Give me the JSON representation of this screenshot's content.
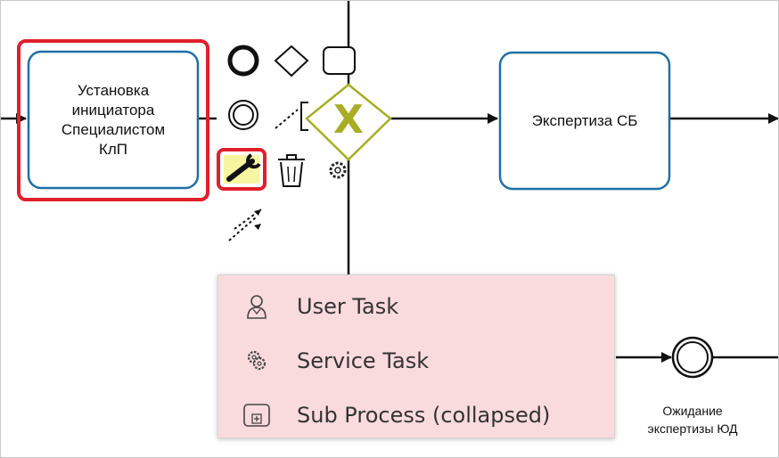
{
  "diagram": {
    "task_start_label": [
      "Установка",
      "инициатора",
      "Специалистом",
      "КлП"
    ],
    "task_expertise_label": "Экспертиза СБ",
    "gateway_symbol": "X",
    "event_label": [
      "Ожидание",
      "экспертизы ЮД"
    ]
  },
  "context_pad": {
    "icons": [
      "end-event-icon",
      "gateway-icon",
      "task-icon",
      "intermediate-event-icon",
      "text-annotation-icon",
      "wrench-icon",
      "trash-icon",
      "gear-icon",
      "connect-arrow-icon"
    ]
  },
  "popup": {
    "items": [
      {
        "label": "User Task",
        "icon": "user-icon"
      },
      {
        "label": "Service Task",
        "icon": "gear-icon"
      },
      {
        "label": "Sub Process (collapsed)",
        "icon": "subprocess-icon"
      }
    ]
  },
  "colors": {
    "task_stroke": "#1f6fa8",
    "highlight": "#e0202a",
    "gateway": "#a8ad24",
    "popup_bg": "#f9dadd",
    "wrench_bg": "#f7f5a0"
  }
}
